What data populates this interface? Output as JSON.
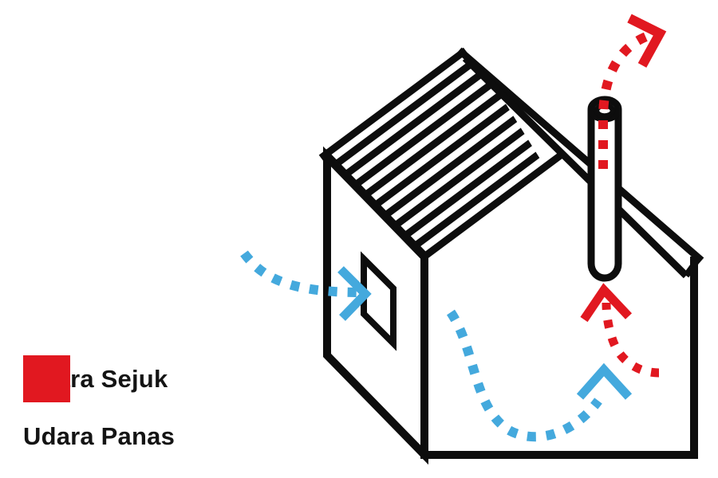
{
  "diagram": {
    "type": "house-ventilation-airflow",
    "line_color": "#0d0d0d",
    "background": "#ffffff"
  },
  "legend": {
    "items": [
      {
        "id": "cool-air",
        "label": "Udara Sejuk",
        "color": "#44a9dd"
      },
      {
        "id": "hot-air",
        "label": "Udara Panas",
        "color": "#e11820"
      }
    ]
  }
}
